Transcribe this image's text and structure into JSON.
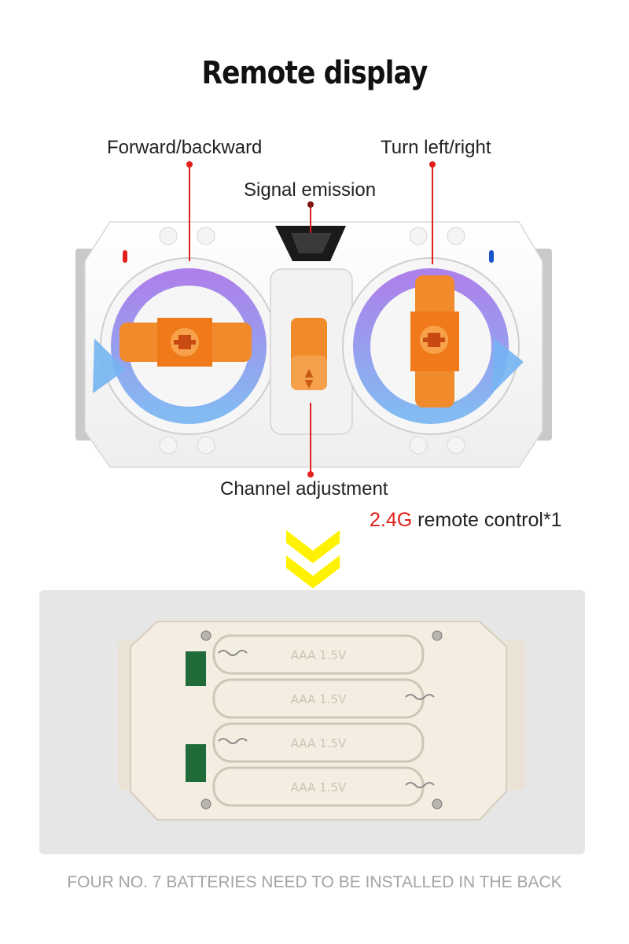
{
  "title": "Remote display",
  "labels": {
    "forward_backward": "Forward/backward",
    "turn_left_right": "Turn left/right",
    "signal_emission": "Signal emission",
    "channel_adjustment": "Channel adjustment"
  },
  "subtitle": {
    "highlight": "2.4G",
    "rest": " remote control*1"
  },
  "battery_markings": [
    "AAA 1.5V",
    "AAA 1.5V",
    "AAA 1.5V",
    "AAA 1.5V"
  ],
  "footer": "FOUR NO. 7 BATTERIES NEED TO BE INSTALLED IN THE BACK",
  "colors": {
    "accent_red": "#e0211b",
    "orange": "#f08a2a",
    "arrow_purple": "#a77de8",
    "arrow_blue": "#6fa8f0",
    "chevron_yellow": "#fff200"
  }
}
